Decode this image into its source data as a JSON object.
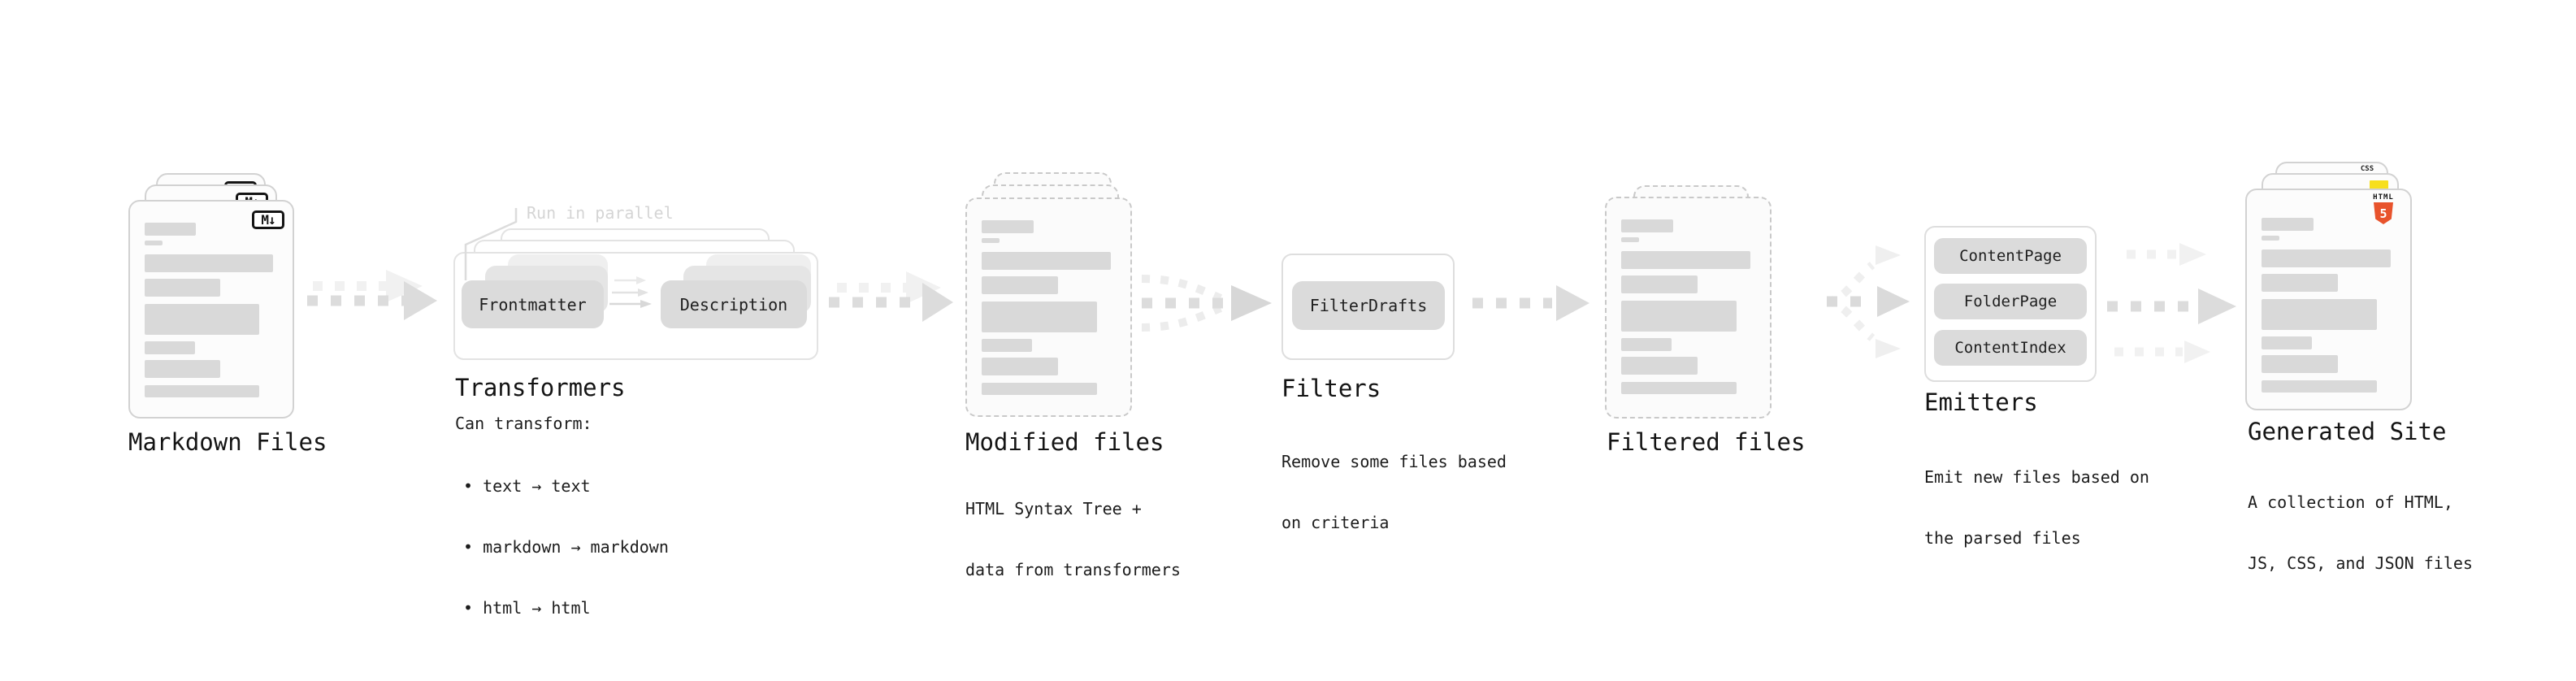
{
  "diagram": {
    "stages": [
      {
        "id": "markdown-files",
        "label": "Markdown Files"
      },
      {
        "id": "transformers",
        "label": "Transformers",
        "annotation": "Run in parallel",
        "chips": [
          "Frontmatter",
          "Description"
        ],
        "desc_title": "Can transform:",
        "bullets": [
          "• text → text",
          "• markdown → markdown",
          "• html → html"
        ]
      },
      {
        "id": "modified-files",
        "label": "Modified files",
        "sublines": [
          "HTML Syntax Tree +",
          "data from transformers"
        ]
      },
      {
        "id": "filters",
        "label": "Filters",
        "chips": [
          "FilterDrafts"
        ],
        "sublines": [
          "Remove some files based",
          "on criteria"
        ]
      },
      {
        "id": "filtered-files",
        "label": "Filtered files"
      },
      {
        "id": "emitters",
        "label": "Emitters",
        "chips": [
          "ContentPage",
          "FolderPage",
          "ContentIndex"
        ],
        "sublines": [
          "Emit new files based on",
          "the parsed files"
        ]
      },
      {
        "id": "generated-site",
        "label": "Generated Site",
        "sublines": [
          "A collection of HTML,",
          "JS, CSS, and JSON files"
        ]
      }
    ],
    "badges": {
      "markdown": "M↓",
      "html_label": "HTML",
      "html_number": "5",
      "css_label": "CSS"
    },
    "colors": {
      "html5_orange": "#e8532c",
      "js_yellow": "#f7df1e",
      "css_blue": "#2f6bf2",
      "arrow_dark": "#dcdcdc",
      "arrow_light": "#f1f1f1",
      "bar_gray": "#d9d9d9",
      "chip_gray": "#dbdbdb",
      "annotation_gray": "#d5d5d5",
      "text": "#1a1a1a"
    }
  }
}
